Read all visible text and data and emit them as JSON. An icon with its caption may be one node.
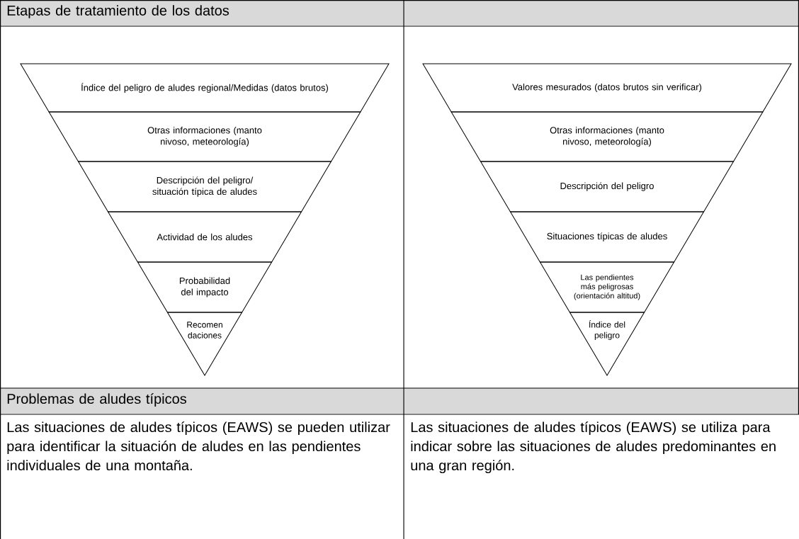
{
  "diagram": {
    "nodes": [
      {
        "text": [
          "Índice del peligro de aludes regional/Medidas (datos brutos)"
        ]
      },
      {
        "text": [
          "Otras informaciones (manto nivoso, meteorología)"
        ]
      },
      {
        "text": [
          "Descripción del peligro/ situación típica de aludes"
        ]
      },
      {
        "text": [
          "Actividad de los aludes"
        ]
      },
      {
        "text": [
          "Probabilidad del impacto"
        ]
      },
      {
        "text": [
          "Recomen daciones"
        ]
      },
      {
        "text": [
          "Valores mesurados (datos brutos sin verificar)"
        ]
      },
      {
        "text": [
          "Otras informaciones (manto nivoso, meteorología)"
        ]
      },
      {
        "text": [
          "Descripción del peligro"
        ]
      },
      {
        "text": [
          "Situaciones típicas de aludes"
        ]
      },
      {
        "text": [
          "Las pendientes más peligrosas (orientación altitud)"
        ]
      },
      {
        "text": [
          "Índice del peligro"
        ]
      }
    ],
    "labels": [
      "Etapas de tratamiento de los datos",
      "Problemas de aludes típicos",
      "Las situaciones de aludes típicos (EAWS) se pueden utilizar para identificar la situación de aludes en las pendientes individuales de una montaña.",
      "Las situaciones de aludes típicos (EAWS) se utiliza para indicar sobre las situaciones de aludes predominantes en una gran región."
    ]
  }
}
